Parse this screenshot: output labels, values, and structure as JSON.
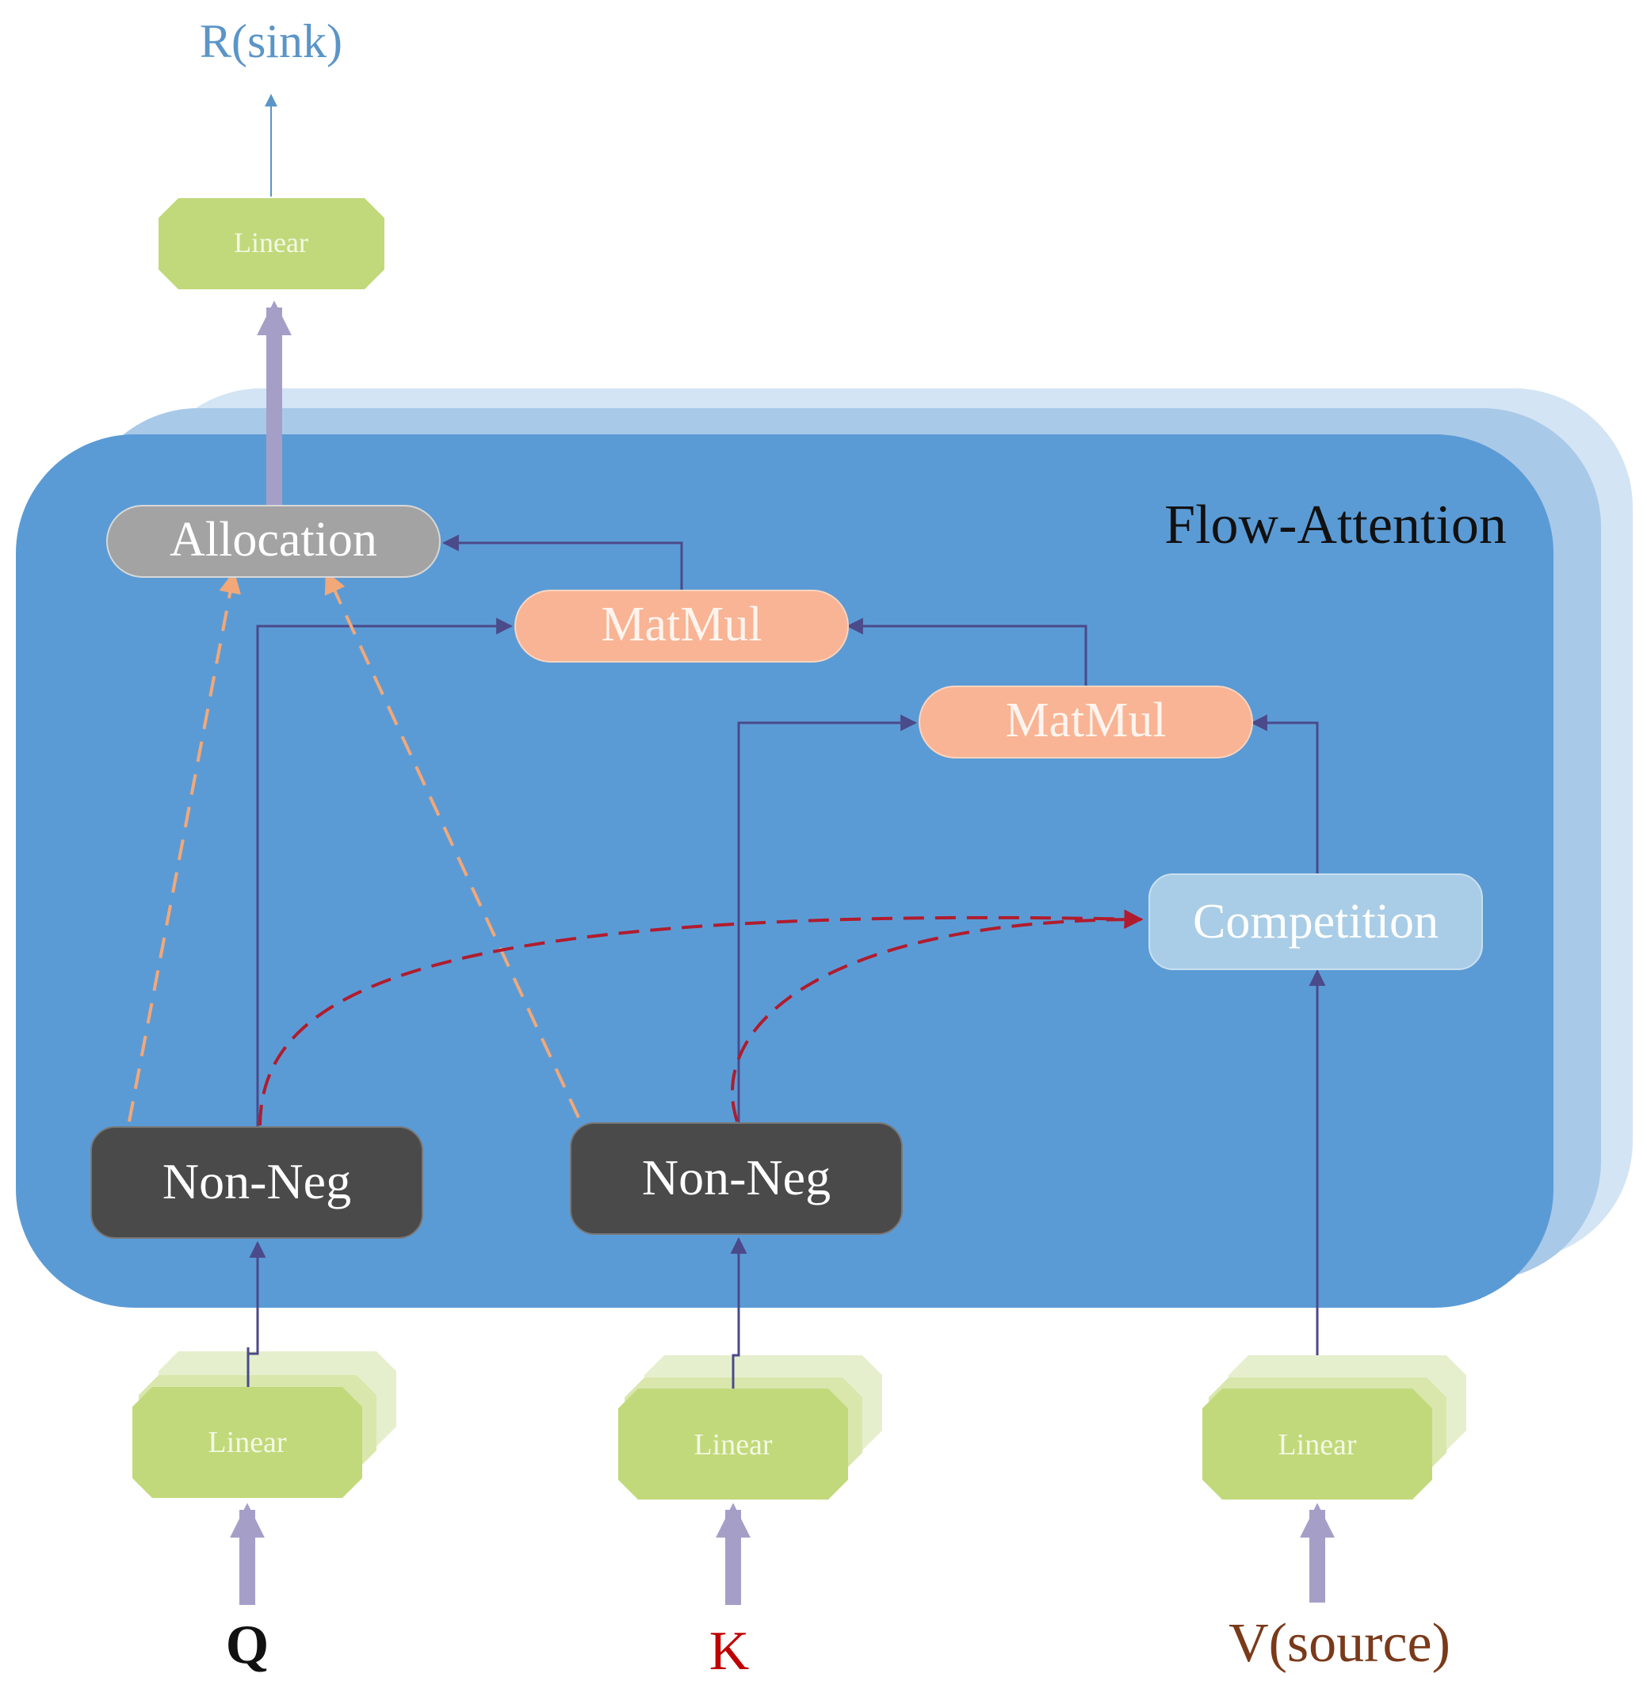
{
  "labels": {
    "output": "R(sink)",
    "container": "Flow-Attention",
    "allocation": "Allocation",
    "matmul_top": "MatMul",
    "matmul_mid": "MatMul",
    "competition": "Competition",
    "nonneg_q": "Non-Neg",
    "nonneg_k": "Non-Neg",
    "linear_top": "Linear",
    "linear_q": "Linear",
    "linear_k": "Linear",
    "linear_v": "Linear",
    "input_q": "Q",
    "input_k": "K",
    "input_v": "V(source)"
  },
  "colors": {
    "container": "#5b9bd5",
    "container_back1": "#a9c9e8",
    "container_back2": "#d3e4f4",
    "linear_fill": "#c1d97a",
    "linear_back": "#dfeabd",
    "linear_text": "#f4f8e6",
    "allocation_fill": "#a3a3a3",
    "matmul_fill": "#f8b494",
    "competition_fill": "#a9cde6",
    "nonneg_fill": "#4a4a4a",
    "solid_arrow": "#4b4a8a",
    "thick_arrow": "#a59fc8",
    "dashed_orange": "#f2a878",
    "dashed_red": "#b01c2e",
    "output_text": "#5b95c8",
    "k_text": "#c00000",
    "v_text": "#7a3a1a"
  }
}
